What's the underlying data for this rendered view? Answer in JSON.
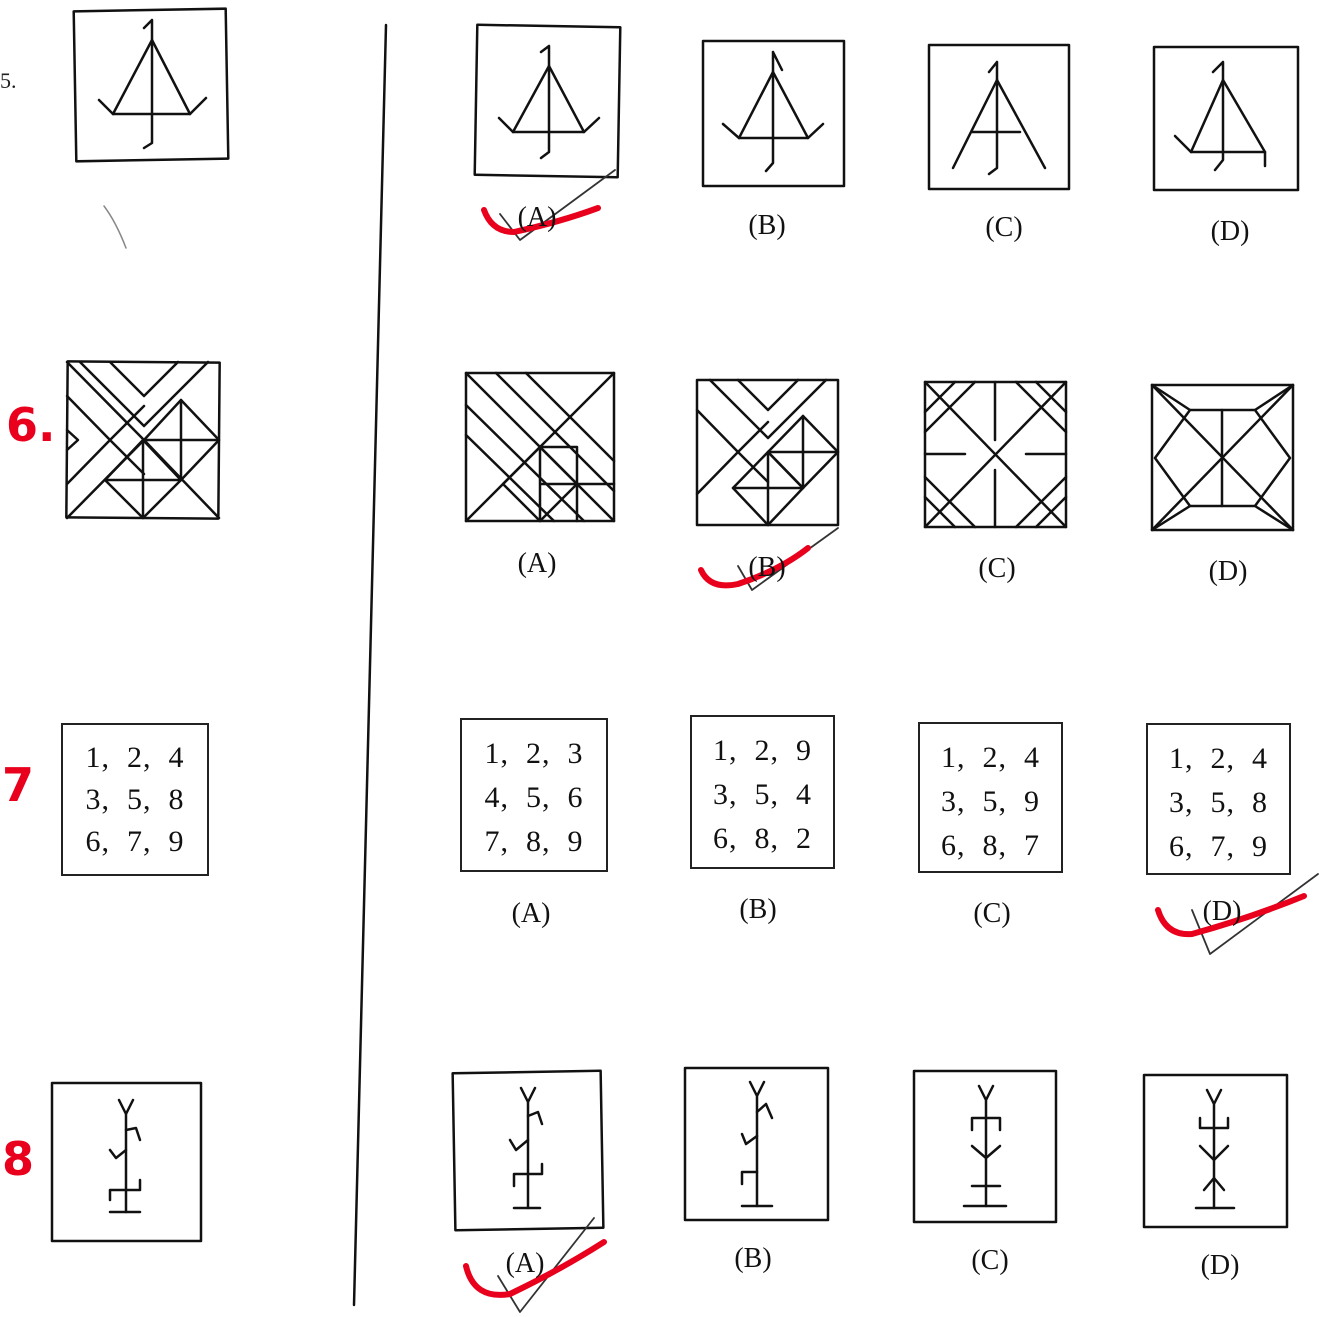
{
  "questions": [
    {
      "number_printed": "5.",
      "number_handwritten": "",
      "options": [
        "(A)",
        "(B)",
        "(C)",
        "(D)"
      ],
      "marked_answer": "A"
    },
    {
      "number_printed": "",
      "number_handwritten": "6.",
      "options": [
        "(A)",
        "(B)",
        "(C)",
        "(D)"
      ],
      "marked_answer": "B"
    },
    {
      "number_printed": "",
      "number_handwritten": "7",
      "question_grid": [
        "1,  2,  4",
        "3,  5,  8",
        "6,  7,  9"
      ],
      "option_grids": [
        [
          "1,  2,  3",
          "4,  5,  6",
          "7,  8,  9"
        ],
        [
          "1,  2,  9",
          "3,  5,  4",
          "6,  8,  2"
        ],
        [
          "1,  2,  4",
          "3,  5,  9",
          "6,  8,  7"
        ],
        [
          "1,  2,  4",
          "3,  5,  8",
          "6,  7,  9"
        ]
      ],
      "options": [
        "(A)",
        "(B)",
        "(C)",
        "(D)"
      ],
      "marked_answer": "D"
    },
    {
      "number_printed": "",
      "number_handwritten": "8",
      "options": [
        "(A)",
        "(B)",
        "(C)",
        "(D)"
      ],
      "marked_answer": "A"
    }
  ],
  "colors": {
    "ink": "#111111",
    "red_pen": "#e8001c",
    "pencil": "#333333"
  }
}
